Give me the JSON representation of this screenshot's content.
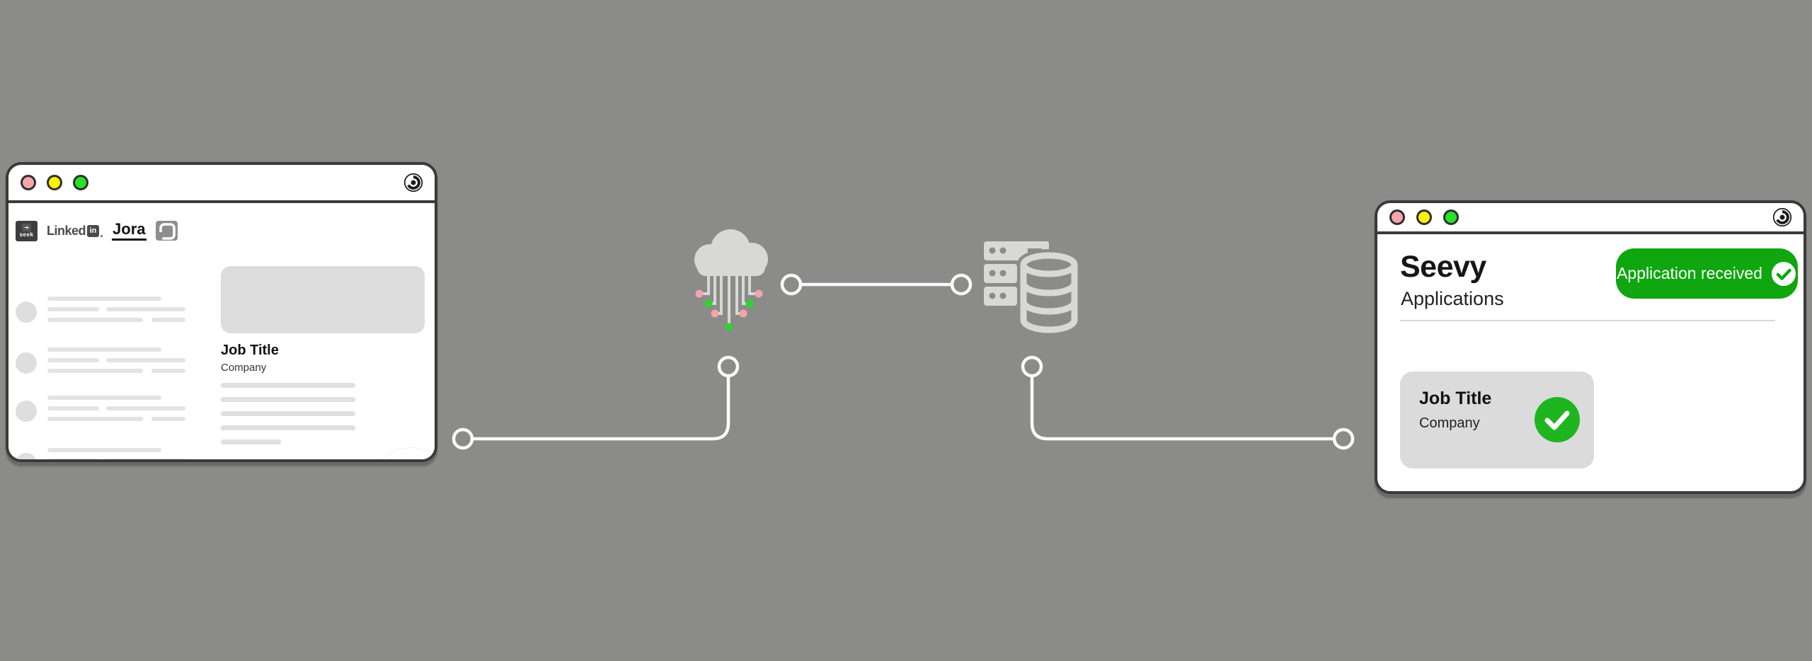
{
  "background": "#8B8B89",
  "left_window": {
    "name": "job-boards-browser-window",
    "window_buttons": [
      "close",
      "minimize",
      "maximize"
    ],
    "logo_tabs": {
      "seek_label": "seek",
      "linkedin_word": "Linked",
      "linkedin_badge": "in",
      "jora_label": "Jora",
      "glassdoor": "glassdoor-icon"
    },
    "job_detail": {
      "title": "Job Title",
      "company": "Company"
    },
    "list_item_count": 4,
    "extension_icon": "chrome-extension-puzzle-icon"
  },
  "flow": {
    "cloud_node": "cloud-ai-processing-icon",
    "database_node": "database-server-icon"
  },
  "right_window": {
    "app_name": "Seevy",
    "section_title": "Applications",
    "status_badge": "Application received",
    "application_card": {
      "title": "Job Title",
      "company": "Company"
    }
  },
  "colors": {
    "badge_green": "#0FA60F",
    "card_check_green": "#1FB51F",
    "traffic_red": "#F5A5AB",
    "traffic_yellow": "#FBF200",
    "traffic_green": "#27E127",
    "wire_pink": "#F3A5AB",
    "wire_green": "#2FD32F",
    "window_border": "#3a3a3a",
    "icon_gray": "#d8d8d6",
    "connector_white": "#fcfcfc"
  }
}
